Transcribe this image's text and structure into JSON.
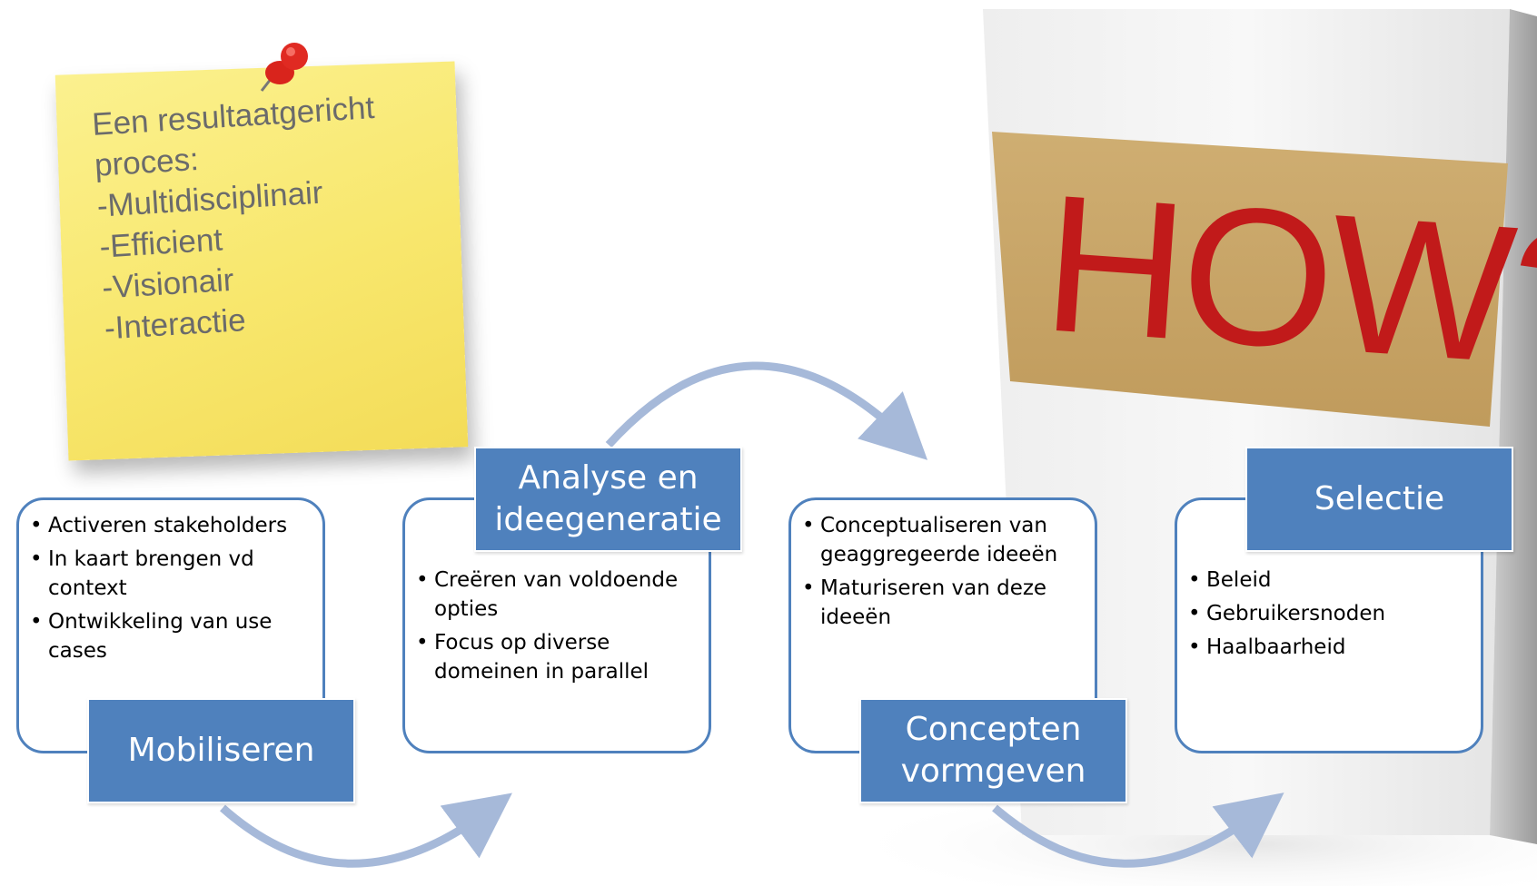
{
  "sticky_note": {
    "lines": [
      "Een resultaatgericht",
      "proces:",
      "-Multidisciplinair",
      "-Efficient",
      "-Visionair",
      "-Interactie"
    ]
  },
  "how_sign": {
    "text": "HOW?"
  },
  "steps": [
    {
      "title_lines": [
        "Mobiliseren"
      ],
      "bullets": [
        "Activeren stakeholders",
        "In kaart brengen vd context",
        "Ontwikkeling van use cases"
      ]
    },
    {
      "title_lines": [
        "Analyse en",
        "ideegeneratie"
      ],
      "bullets": [
        "Creëren van voldoende opties",
        "Focus op diverse domeinen in parallel"
      ]
    },
    {
      "title_lines": [
        "Concepten",
        "vormgeven"
      ],
      "bullets": [
        "Conceptualiseren van geaggregeerde ideeën",
        "Maturiseren van deze ideeën"
      ]
    },
    {
      "title_lines": [
        "Selectie"
      ],
      "bullets": [
        "Beleid",
        "Gebruikersnoden",
        "Haalbaarheid"
      ]
    }
  ],
  "colors": {
    "step_blue": "#4f81bd",
    "arrow": "#a6b9d9",
    "how_red": "#c11a1a",
    "how_panel": "#c8a56a",
    "sticky": "#f8e76d"
  }
}
